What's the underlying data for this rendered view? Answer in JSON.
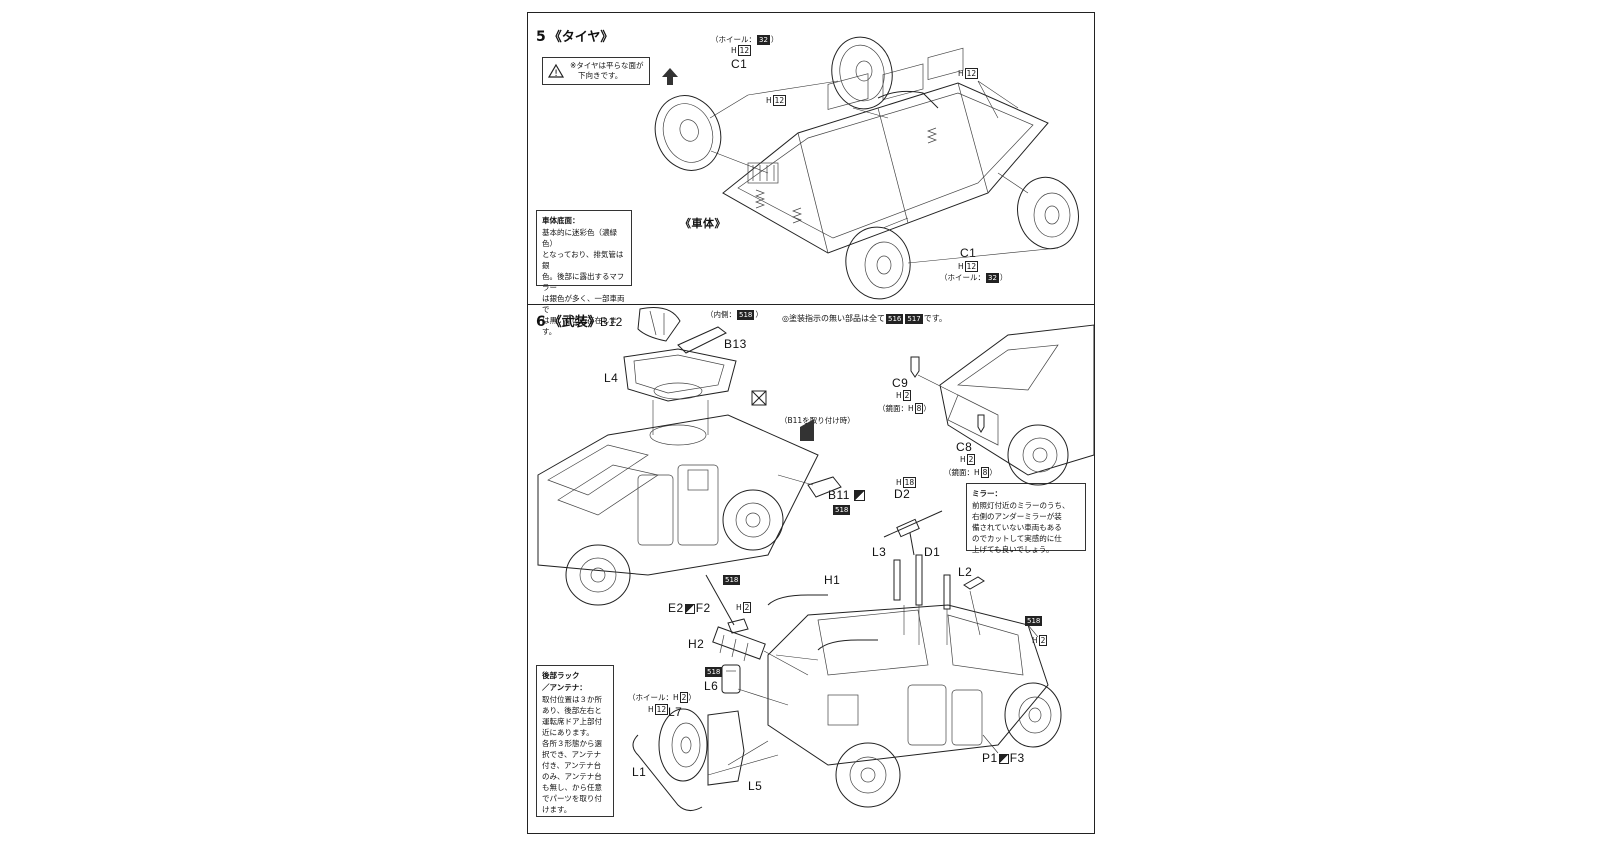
{
  "step5": {
    "number": "5",
    "title": "《タイヤ》",
    "warning": [
      "※タイヤは平らな面が",
      "下向きです。"
    ],
    "body_label": "《車体》",
    "wheel_top": {
      "hoil_label": "（ホイール：",
      "hoil_code": "32",
      "hoil_close": "）",
      "h_label": "H",
      "h_num": "12",
      "part": "C1"
    },
    "wheel_bottom": {
      "part": "C1",
      "h_label": "H",
      "h_num": "12",
      "hoil_label": "（ホイール：",
      "hoil_code": "32",
      "hoil_close": "）"
    },
    "h_top_right": {
      "h": "H",
      "num": "12"
    },
    "h_mid": {
      "h": "H",
      "num": "12"
    },
    "note": {
      "title": "車体底面：",
      "lines": [
        "基本的に迷彩色（濃緑色）",
        "となっており、排気管は銀",
        "色。後部に露出するマフラー",
        "は銀色が多く、一部車両で",
        "は黒いものも存在します。"
      ]
    }
  },
  "step6": {
    "number": "6",
    "title": "《武装》",
    "paint_note_pre": "◎塗装指示の無い部品は全て",
    "paint_codes": [
      "516",
      "517"
    ],
    "paint_note_post": "です。",
    "b12": "B12",
    "b13": "B13",
    "inner": {
      "label": "（内側：",
      "code": "518",
      "close": "）"
    },
    "l4": "L4",
    "b11_note": "（B11を取り付け時）",
    "b11": "B11",
    "b11_code": "518",
    "c9": "C9",
    "c9_h": {
      "h": "H",
      "num": "2"
    },
    "c9_mirror": {
      "label": "（鏡面：",
      "h": "H",
      "num": "8",
      "close": "）"
    },
    "c8": "C8",
    "c8_h": {
      "h": "H",
      "num": "2"
    },
    "c8_mirror": {
      "label": "（鏡面：",
      "h": "H",
      "num": "8",
      "close": "）"
    },
    "h18": {
      "h": "H",
      "num": "18"
    },
    "d2": "D2",
    "l3": "L3",
    "d1": "D1",
    "l2": "L2",
    "h1": "H1",
    "e2": "E2",
    "f2": "F2",
    "code_518_a": "518",
    "h2_a": {
      "h": "H",
      "num": "2"
    },
    "h2_part": "H2",
    "code_518_b": "518",
    "code_518_c": "518",
    "h2_b": {
      "h": "H",
      "num": "2"
    },
    "l6": "L6",
    "l7_hoil": {
      "label": "（ホイール：",
      "h": "H",
      "num": "2",
      "close": "）"
    },
    "l7_h": {
      "h": "H",
      "num": "12"
    },
    "l7": "L7",
    "l1": "L1",
    "l5": "L5",
    "p1": "P1",
    "f3": "F3",
    "mirror_note": {
      "title": "ミラー：",
      "lines": [
        "前照灯付近のミラーのうち、",
        "右側のアンダーミラーが装",
        "備されていない車両もある",
        "のでカットして実感的に仕",
        "上げても良いでしょう。"
      ]
    },
    "rack_note": {
      "title": "後部ラック",
      "title2": "／アンテナ：",
      "lines": [
        "取付位置は３か所",
        "あり、後部左右と",
        "運転席ドア上部付",
        "近にあります。",
        "各所３形態から選",
        "択でき、アンテナ",
        "付き、アンテナ台",
        "のみ、アンテナ台",
        "も無し、から任意",
        "でパーツを取り付",
        "けます。"
      ]
    }
  }
}
